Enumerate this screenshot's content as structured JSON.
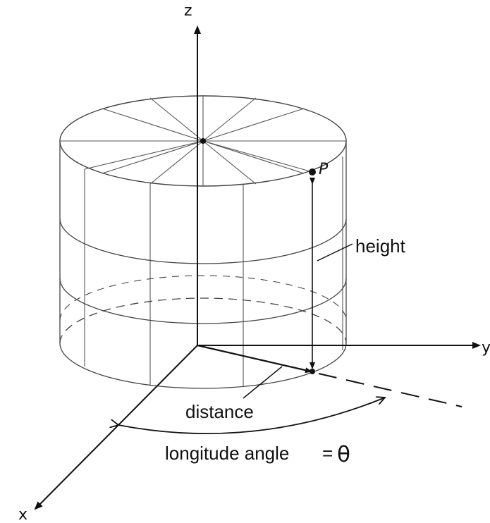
{
  "figure": {
    "axes": {
      "z_label": "z",
      "y_label": "y",
      "x_label": "x"
    },
    "point_label": "P",
    "labels": {
      "height": "height",
      "distance": "distance",
      "longitude_prefix": "longitude angle",
      "longitude_eq": "=",
      "longitude_symbol": "θ"
    },
    "colors": {
      "ink": "#111111",
      "light_line": "#444444"
    }
  }
}
